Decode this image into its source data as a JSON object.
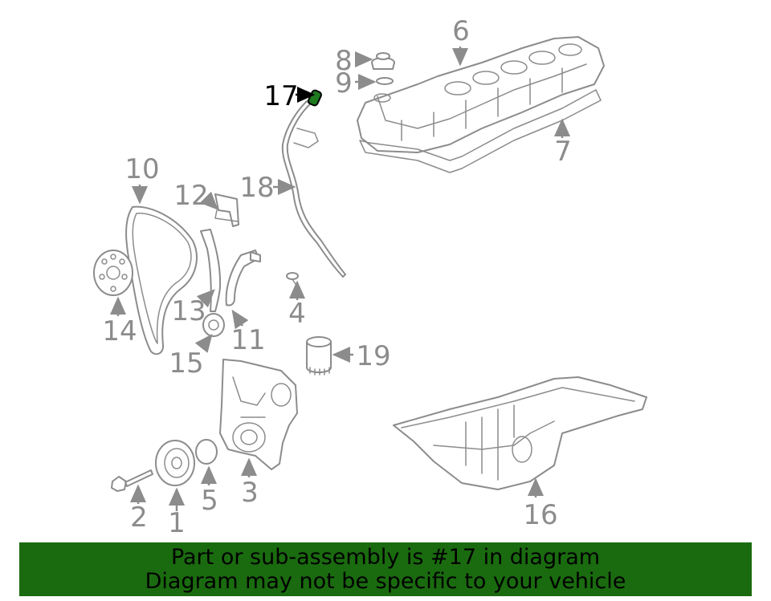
{
  "labels": {
    "p1": "1",
    "p2": "2",
    "p3": "3",
    "p4": "4",
    "p5": "5",
    "p6": "6",
    "p7": "7",
    "p8": "8",
    "p9": "9",
    "p10": "10",
    "p11": "11",
    "p12": "12",
    "p13": "13",
    "p14": "14",
    "p15": "15",
    "p16": "16",
    "p17": "17",
    "p18": "18",
    "p19": "19"
  },
  "highlighted_part": "17",
  "colors": {
    "line": "#8c8c8c",
    "highlight_part": "#1f7a1f",
    "banner_bg": "#1a6b0f",
    "banner_text": "#000000"
  },
  "banner": {
    "line1": "Part or sub-assembly is #17 in diagram",
    "line2": "Diagram may not be specific to your vehicle"
  }
}
